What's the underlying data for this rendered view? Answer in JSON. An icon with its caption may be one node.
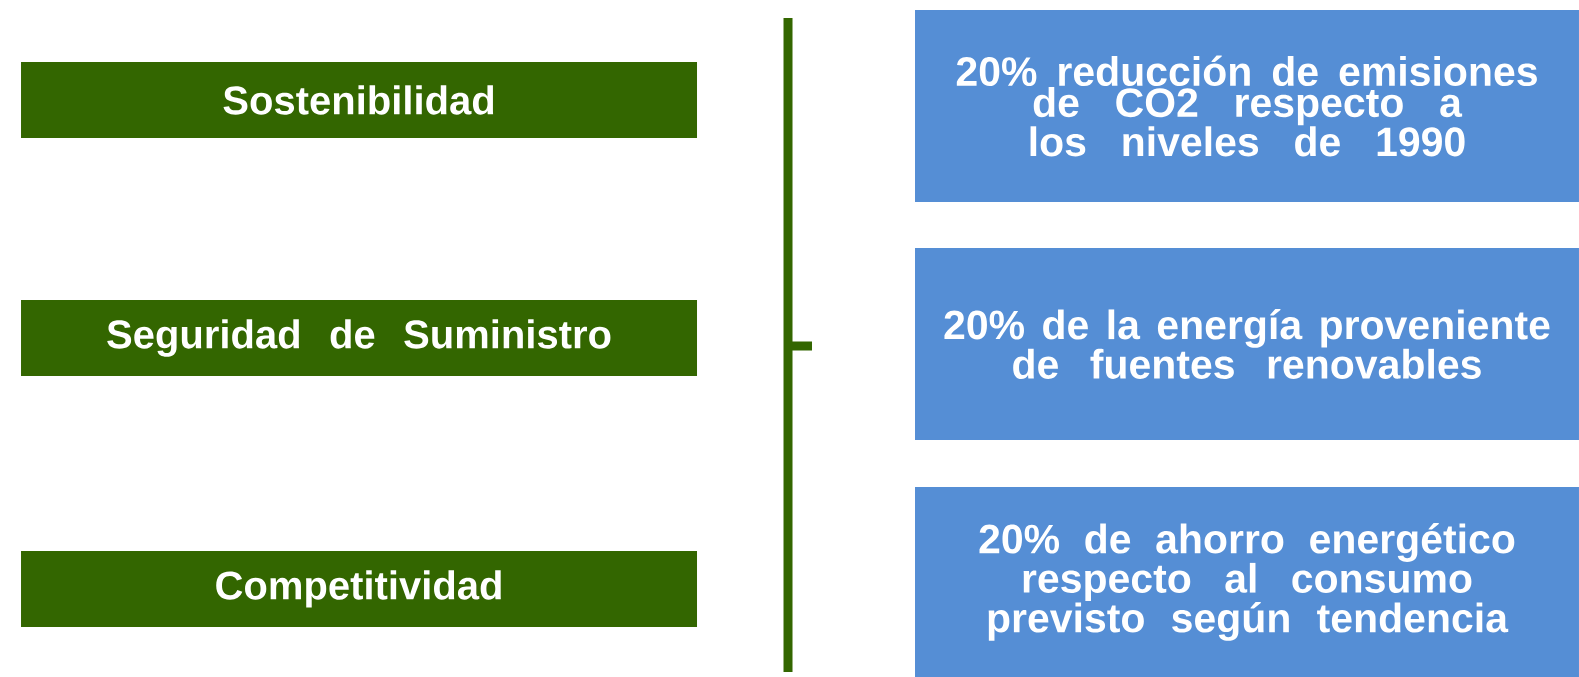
{
  "diagram": {
    "nodes": [
      {
        "text": [
          "Sostenibilidad"
        ]
      },
      {
        "text": [
          "Seguridad de Suministro"
        ]
      },
      {
        "text": [
          "Competitividad"
        ]
      },
      {
        "text": [
          "20% reducción de emisiones de CO2 respecto a los niveles de 1990"
        ]
      },
      {
        "text": [
          "20% de la energía proveniente de fuentes renovables"
        ]
      },
      {
        "text": [
          "20% de ahorro energético respecto al consumo previsto según tendencia"
        ]
      }
    ]
  }
}
